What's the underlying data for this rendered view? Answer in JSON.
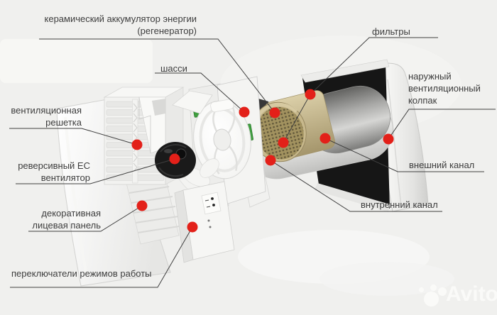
{
  "colors": {
    "background": "#f0f0ee",
    "accent_red": "#e32019",
    "leader_line": "#3f3f3f",
    "label_text": "#3d3d3d",
    "ceramic_tan": "#c7b88c",
    "panel_black": "#161616"
  },
  "callouts": {
    "regenerator": {
      "lines": [
        "керамический аккумулятор энергии",
        "(регенератор)"
      ]
    },
    "chassis": {
      "lines": [
        "шасси"
      ]
    },
    "filters": {
      "lines": [
        "фильтры"
      ]
    },
    "outdoor_hood": {
      "lines": [
        "наружный",
        "вентиляционный",
        "колпак"
      ]
    },
    "grille": {
      "lines": [
        "вентиляционная",
        "решетка"
      ]
    },
    "fan": {
      "lines": [
        "реверсивный ЕС",
        "вентилятор"
      ]
    },
    "external_channel": {
      "lines": [
        "внешний канал"
      ]
    },
    "internal_channel": {
      "lines": [
        "внутренний канал"
      ]
    },
    "front_panel": {
      "lines": [
        "декоративная",
        "лицевая панель"
      ]
    },
    "mode_switches": {
      "lines": [
        "переключатели режимов работы"
      ]
    }
  },
  "watermark": {
    "brand": "Avito"
  }
}
